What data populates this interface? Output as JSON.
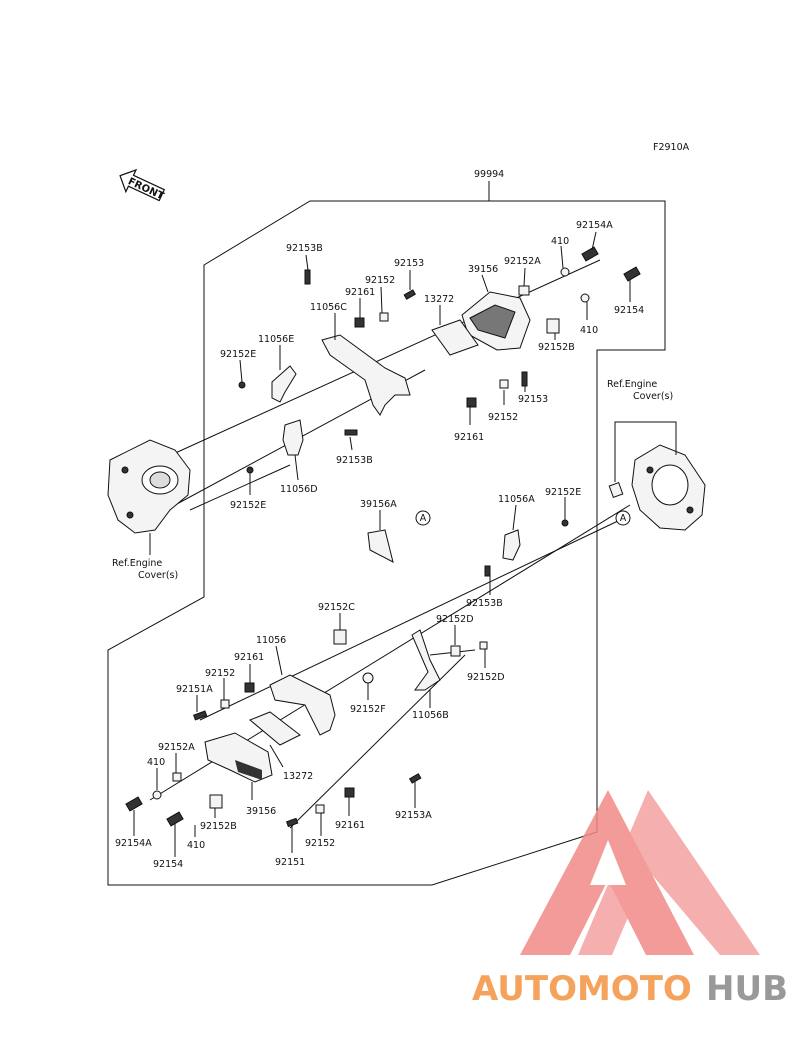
{
  "figure_id": "F2910A",
  "front_label": "FRONT",
  "assembly_label": "99994",
  "ref_engine_top": [
    "Ref.Engine",
    "Cover(s)"
  ],
  "ref_engine_bottom": [
    "Ref.Engine",
    "Cover(s)"
  ],
  "ref_marker": "A",
  "parts": {
    "p1": "92154A",
    "p2": "410",
    "p3": "92153B",
    "p4": "92153",
    "p5": "92152A",
    "p6": "92152",
    "p7": "39156",
    "p8": "92161",
    "p9": "13272",
    "p10": "92154",
    "p11": "11056C",
    "p12": "410",
    "p13": "11056E",
    "p14": "92152B",
    "p15": "92152E",
    "p16": "92153",
    "p17": "92152",
    "p18": "92161",
    "p19": "92153B",
    "p20": "11056D",
    "p21": "92152E",
    "p22": "11056A",
    "p23": "92152E",
    "p24": "39156A",
    "p25": "92153B",
    "p26": "92152C",
    "p27": "92152D",
    "p28": "11056",
    "p29": "92161",
    "p30": "92152",
    "p31": "92152D",
    "p32": "92151A",
    "p33": "92152F",
    "p34": "11056B",
    "p35": "92152A",
    "p36": "410",
    "p37": "13272",
    "p38": "92153A",
    "p39": "39156",
    "p40": "92154A",
    "p41": "92152B",
    "p42": "92161",
    "p43": "92152",
    "p44": "410",
    "p45": "92154",
    "p46": "92151"
  },
  "watermark": {
    "text_a": "AUTOMOTO",
    "text_b": "HUB",
    "color_a": "#f5a25d",
    "color_b": "#999999",
    "logo_color": "#f08a88"
  }
}
